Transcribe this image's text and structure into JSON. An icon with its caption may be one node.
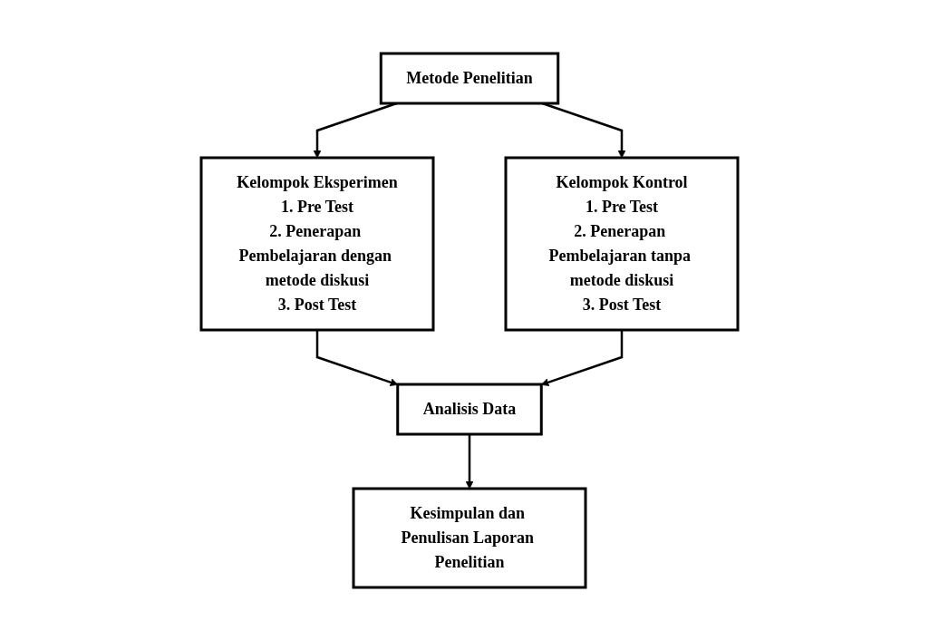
{
  "diagram": {
    "nodes": [
      {
        "text": [
          "Metode Penelitian"
        ]
      },
      {
        "text": [
          "Kelompok Eksperimen",
          "1. Pre Test",
          "2. Penerapan Pembelajaran dengan metode diskusi",
          "3. Post Test"
        ]
      },
      {
        "text": [
          "Kelompok Kontrol",
          "1. Pre Test",
          "2. Penerapan Pembelajaran tanpa metode diskusi",
          "3. Post Test"
        ]
      },
      {
        "text": [
          "Analisis Data"
        ]
      },
      {
        "text": [
          "Kesimpulan dan Penulisan Laporan Penelitian"
        ]
      }
    ],
    "edges": [
      {
        "from": 0,
        "to": 1,
        "arrow": "to"
      },
      {
        "from": 0,
        "to": 2,
        "arrow": "to"
      },
      {
        "from": 1,
        "to": 3,
        "arrow": "to"
      },
      {
        "from": 2,
        "to": 3,
        "arrow": "to"
      },
      {
        "from": 3,
        "to": 4,
        "arrow": "to"
      }
    ]
  }
}
